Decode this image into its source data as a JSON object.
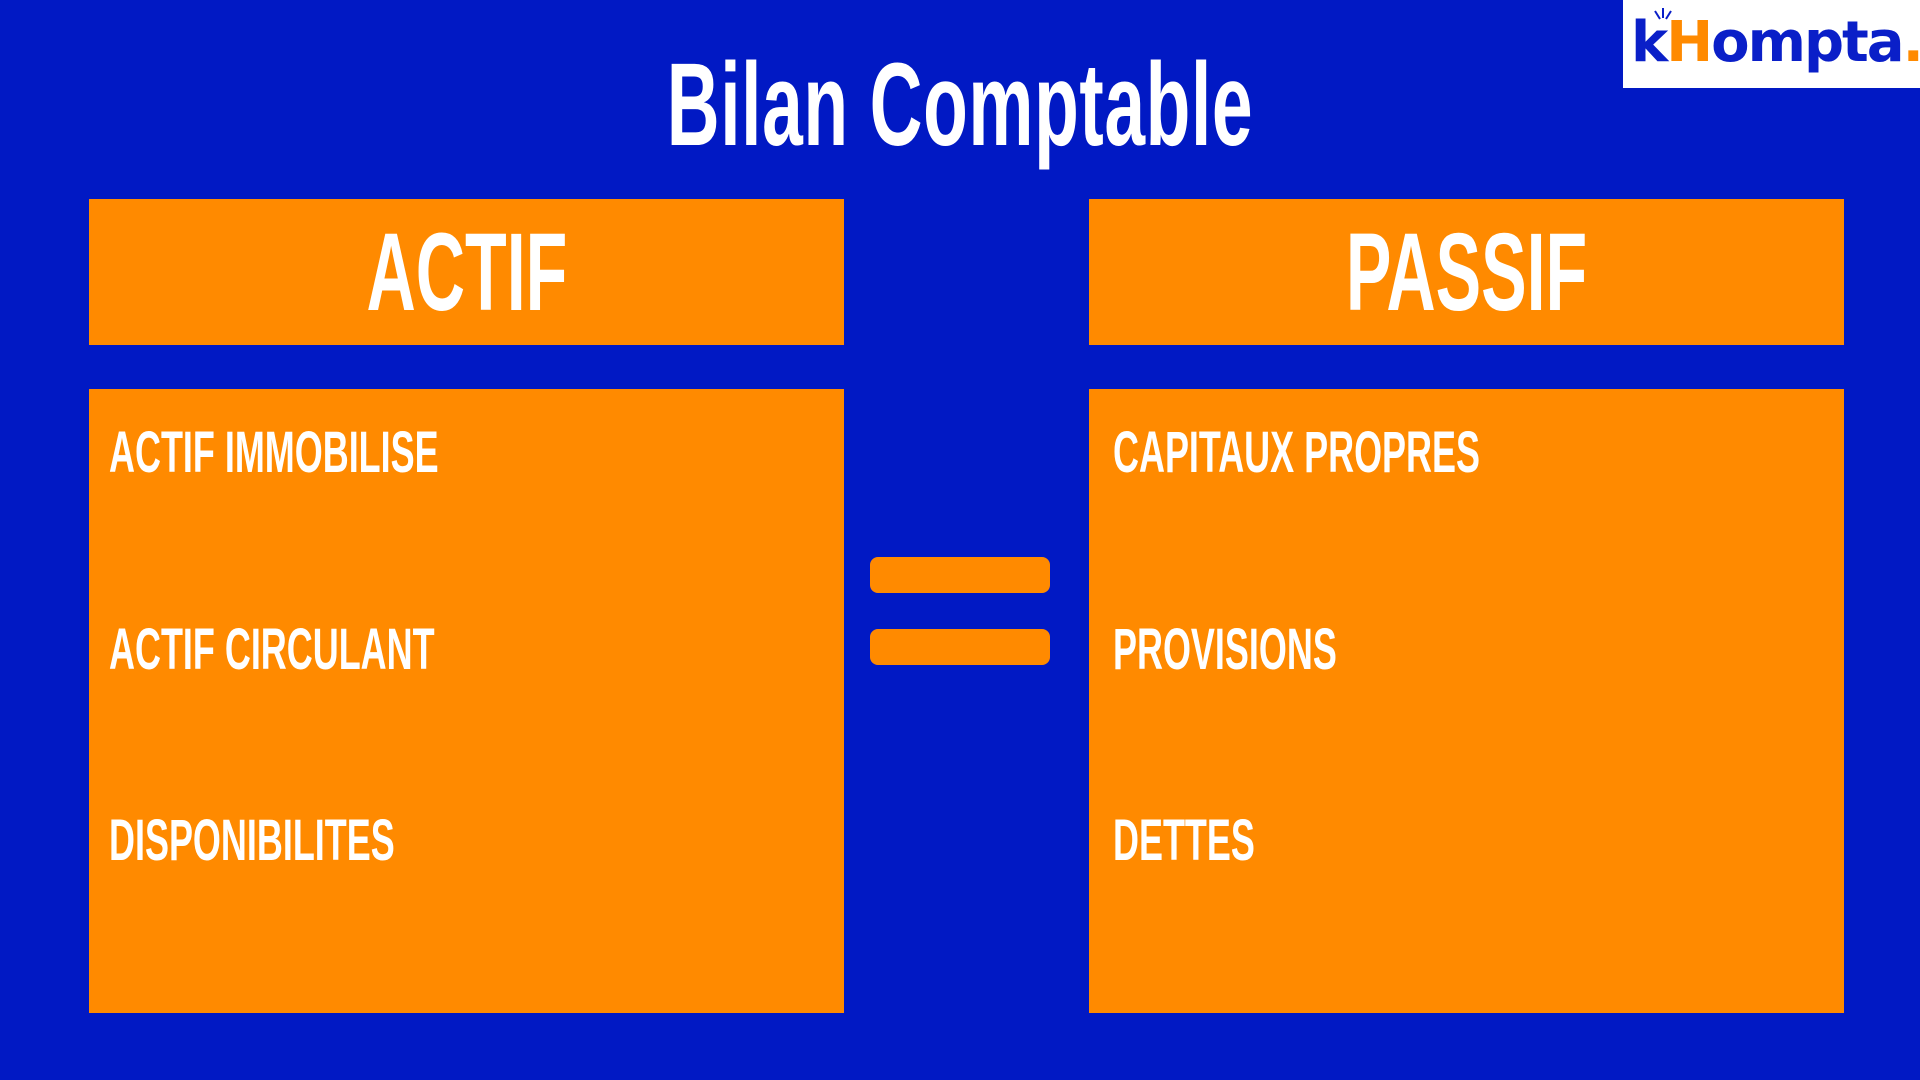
{
  "title": "Bilan Comptable",
  "logo": {
    "prefix": "k",
    "accent": "H",
    "suffix": "ompta",
    "dot": "."
  },
  "colors": {
    "background": "#0119C4",
    "box": "#FF8A00",
    "text": "#FFFFFF",
    "logo_blue": "#0A1FC8"
  },
  "actif": {
    "header": "ACTIF",
    "items": [
      "ACTIF IMMOBILISE",
      "ACTIF CIRCULANT",
      "DISPONIBILITES"
    ]
  },
  "passif": {
    "header": "PASSIF",
    "items": [
      "CAPITAUX PROPRES",
      "PROVISIONS",
      "DETTES"
    ]
  },
  "operator": "equals-sign"
}
